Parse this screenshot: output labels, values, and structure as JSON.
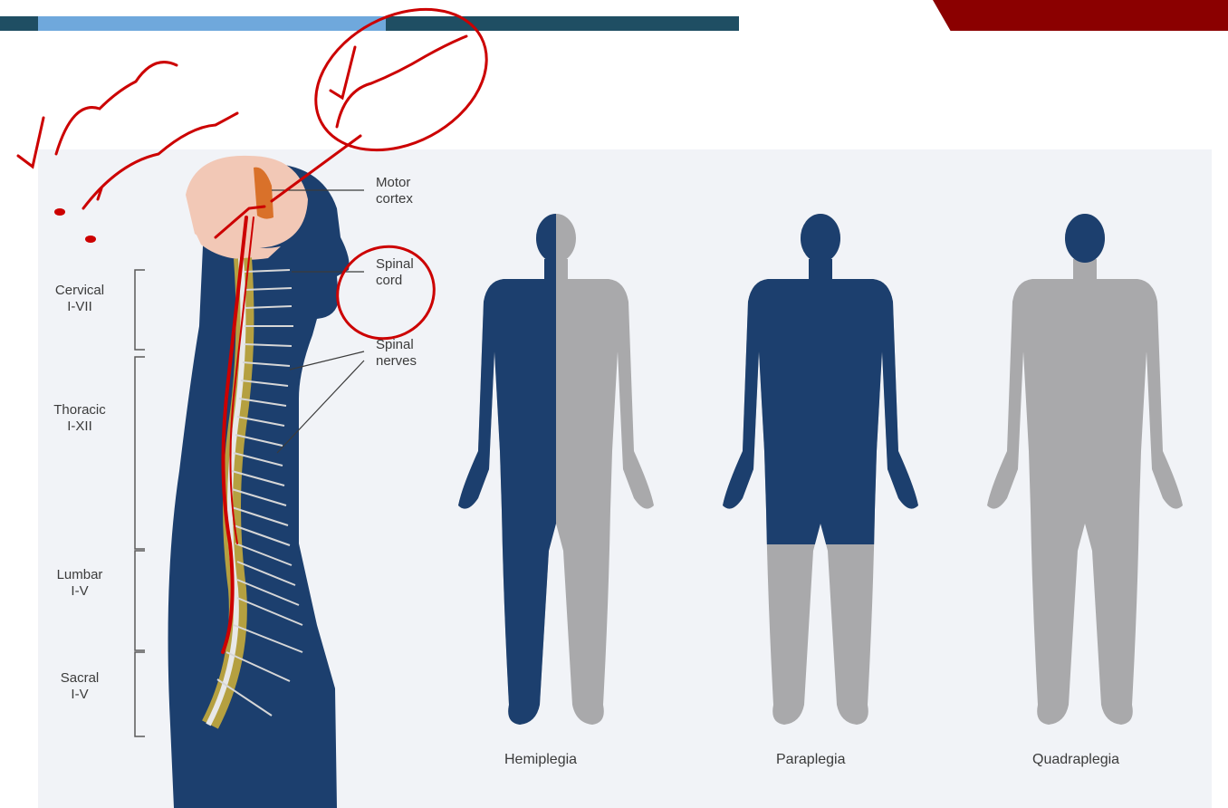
{
  "header": {
    "bar_color": "#1f4e63",
    "accent_color": "#6fa8dc",
    "corner_color": "#8b0000"
  },
  "figure": {
    "background": "#f1f3f7",
    "body_color": "#1c3f6e",
    "unaffected_color": "#a9a9ab",
    "annotation_color": "#cc0000",
    "labels": {
      "motor_cortex_1": "Motor",
      "motor_cortex_2": "cortex",
      "spinal_cord_1": "Spinal",
      "spinal_cord_2": "cord",
      "spinal_nerves_1": "Spinal",
      "spinal_nerves_2": "nerves"
    },
    "regions": [
      {
        "name": "Cervical",
        "range": "I-VII"
      },
      {
        "name": "Thoracic",
        "range": "I-XII"
      },
      {
        "name": "Lumbar",
        "range": "I-V"
      },
      {
        "name": "Sacral",
        "range": "I-V"
      }
    ],
    "captions": [
      "Hemiplegia",
      "Paraplegia",
      "Quadraplegia"
    ]
  }
}
